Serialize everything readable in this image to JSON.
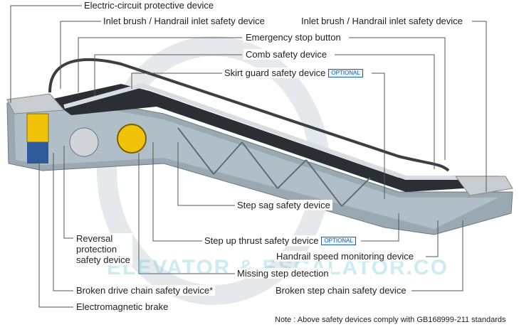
{
  "labels": {
    "electric_circuit": "Electric-circuit protective device",
    "inlet_brush_left": "Inlet brush / Handrail inlet safety device",
    "inlet_brush_right": "Inlet brush / Handrail inlet safety device",
    "emergency_stop": "Emergency stop button",
    "comb_safety": "Comb safety device",
    "skirt_guard": "Skirt guard safety device",
    "step_sag": "Step sag safety device",
    "step_up_thrust": "Step up thrust safety device",
    "reversal_protection": [
      "Reversal",
      "protection",
      "safety device"
    ],
    "handrail_speed": "Handrail speed monitoring device",
    "missing_step": "Missing step detection",
    "broken_drive_chain": "Broken drive chain safety device*",
    "broken_step_chain": "Broken step chain safety device",
    "electromagnetic_brake": "Electromagnetic brake"
  },
  "badges": {
    "optional": "OPTIONAL"
  },
  "note": "Note : Above safety devices comply with GB168999-211 standards",
  "watermark": "ELEVATOR & ESCALATOR.CO",
  "colors": {
    "truss": "#8d9aa4",
    "steps": "#2b2f33",
    "motor": "#f0c20a",
    "accent": "#1a5fb4",
    "leader": "#555555"
  }
}
